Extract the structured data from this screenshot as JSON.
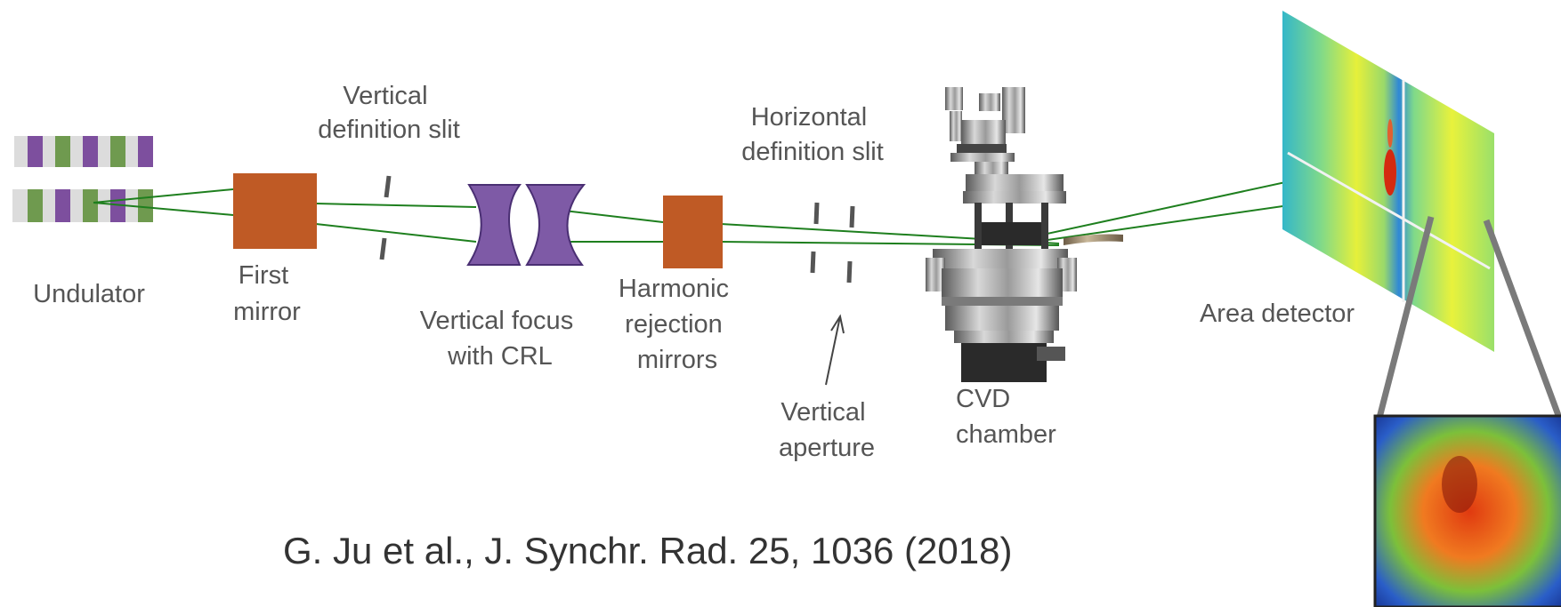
{
  "labels": {
    "undulator": "Undulator",
    "first_mirror": [
      "First",
      "mirror"
    ],
    "vertical_definition_slit": [
      "Vertical",
      "definition slit"
    ],
    "vertical_focus": [
      "Vertical focus",
      "with CRL"
    ],
    "harmonic_rejection": [
      "Harmonic",
      "rejection",
      "mirrors"
    ],
    "horizontal_definition_slit": [
      "Horizontal",
      "definition slit"
    ],
    "vertical_aperture": [
      "Vertical",
      "aperture"
    ],
    "cvd_chamber": [
      "CVD",
      "chamber"
    ],
    "area_detector": "Area detector"
  },
  "citation": "G. Ju et al., J. Synchr. Rad. 25, 1036 (2018)",
  "colors": {
    "undulator_purple": "#7d4f9e",
    "undulator_green": "#6f9a4f",
    "mirror_orange": "#bf5a25",
    "crl_purple": "#7e5aa6",
    "beam_green": "#1e7f1e",
    "label_gray": "#555555"
  }
}
